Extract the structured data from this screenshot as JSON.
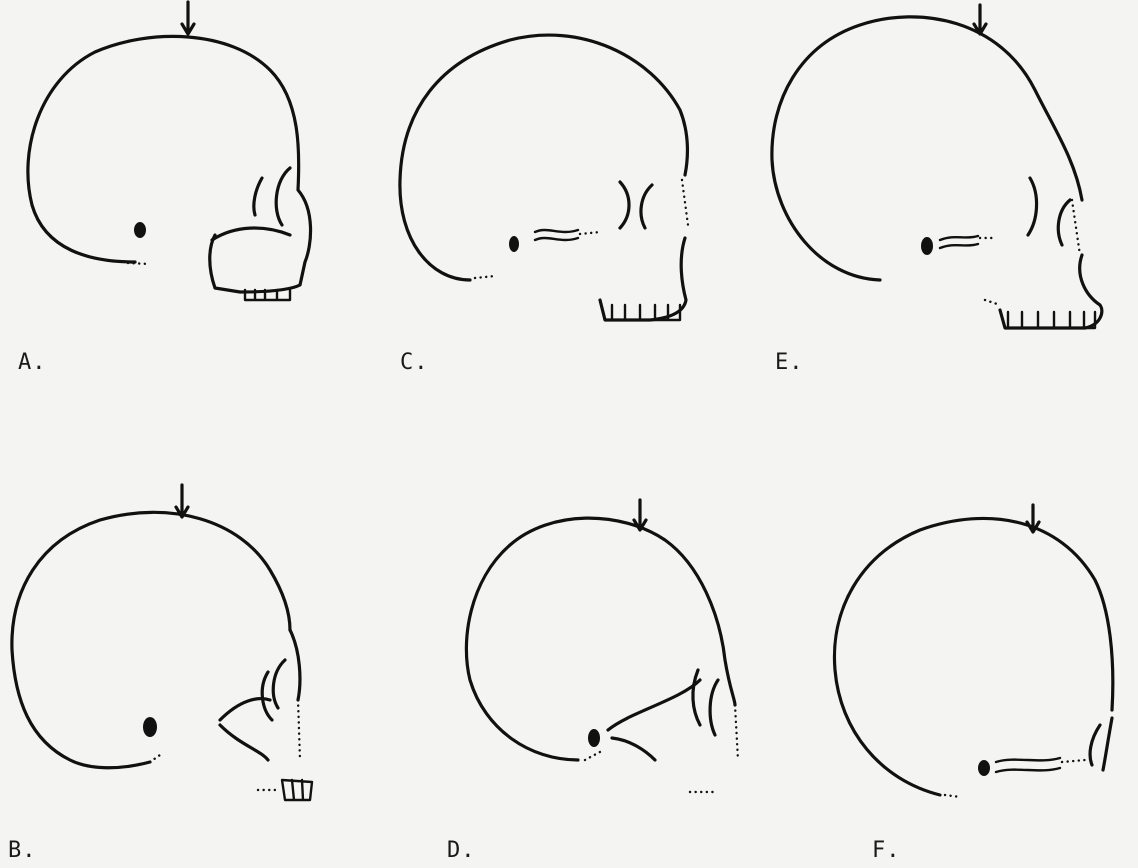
{
  "panels": [
    {
      "id": "A",
      "label": "A."
    },
    {
      "id": "B",
      "label": "B."
    },
    {
      "id": "C",
      "label": "C."
    },
    {
      "id": "D",
      "label": "D."
    },
    {
      "id": "E",
      "label": "E."
    },
    {
      "id": "F",
      "label": "F."
    }
  ],
  "colors": {
    "ink": "#111111",
    "paper": "#f4f4f2"
  }
}
